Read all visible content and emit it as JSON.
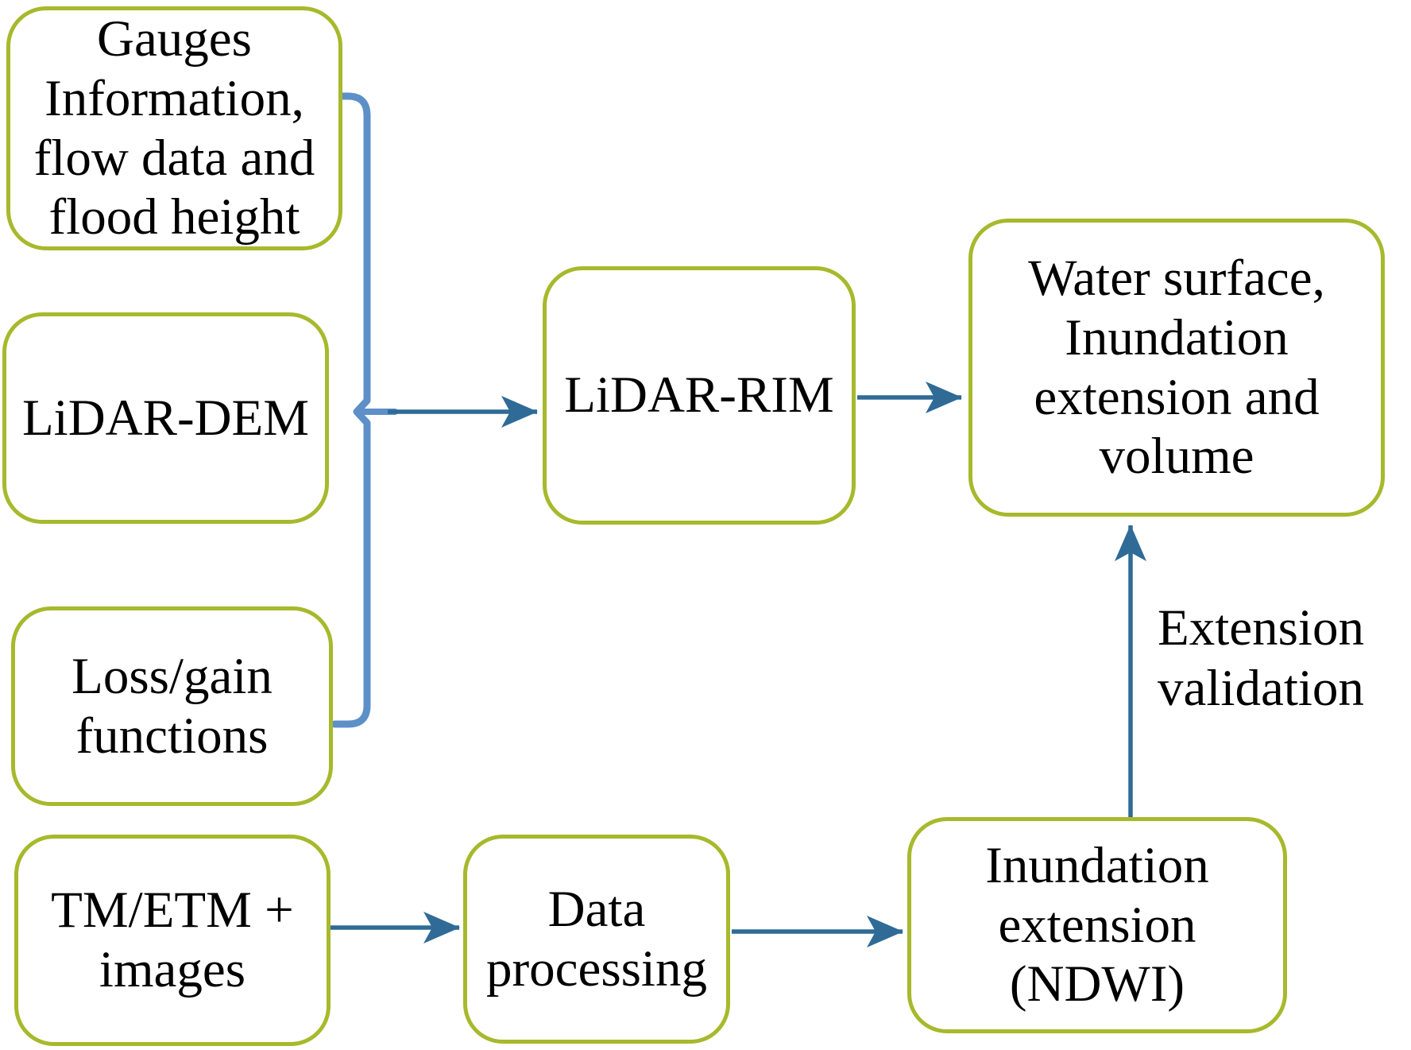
{
  "diagram_type": "flowchart",
  "colors": {
    "box_border": "#a7b92c",
    "bracket": "#5e90c8",
    "arrow": "#2f6b96",
    "text": "#000000",
    "background": "#ffffff"
  },
  "boxes": {
    "gauges": {
      "label": [
        "Gauges",
        "Information,",
        "flow data and",
        "flood height"
      ]
    },
    "lidar_dem": {
      "label": [
        "LiDAR-DEM"
      ]
    },
    "loss_gain": {
      "label": [
        "Loss/gain",
        "functions"
      ]
    },
    "tm_etm": {
      "label": [
        "TM/ETM +",
        "images"
      ]
    },
    "lidar_rim": {
      "label": [
        "LiDAR-RIM"
      ]
    },
    "water_surface": {
      "label": [
        "Water surface,",
        "Inundation",
        "extension and",
        "volume"
      ]
    },
    "data_processing": {
      "label": [
        "Data",
        "processing"
      ]
    },
    "ndwi": {
      "label": [
        "Inundation",
        "extension",
        "(NDWI)"
      ]
    }
  },
  "annotations": {
    "extension_validation": {
      "label": [
        "Extension",
        "validation"
      ]
    }
  },
  "connections": [
    {
      "from": "gauges, lidar_dem, loss_gain (grouped by brace)",
      "to": "lidar_rim",
      "style": "arrow"
    },
    {
      "from": "lidar_rim",
      "to": "water_surface",
      "style": "arrow"
    },
    {
      "from": "tm_etm",
      "to": "data_processing",
      "style": "arrow"
    },
    {
      "from": "data_processing",
      "to": "ndwi",
      "style": "arrow"
    },
    {
      "from": "ndwi",
      "to": "water_surface",
      "style": "arrow",
      "label": "Extension validation"
    }
  ]
}
